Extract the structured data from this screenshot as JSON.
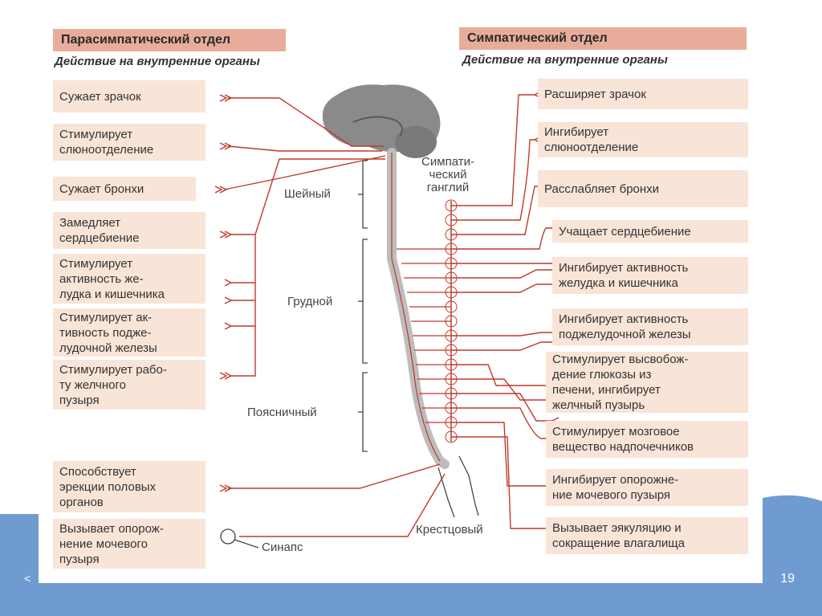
{
  "parasympathetic": {
    "title": "Парасимпатический отдел",
    "subtitle": "Действие на внутренние органы",
    "items": [
      "Сужает зрачок",
      "Стимулирует\nслюноотделение",
      "Сужает бронхи",
      "Замедляет\nсердцебиение",
      "Стимулирует\nактивность же-\nлудка и кишечника",
      "Стимулирует ак-\nтивность подже-\nлудочной железы",
      "Стимулирует рабо-\nту желчного\nпузыря",
      "Способствует\nэрекции половых\nорганов",
      "Вызывает опорож-\nнение мочевого\nпузыря"
    ]
  },
  "sympathetic": {
    "title": "Симпатический отдел",
    "subtitle": "Действие на внутренние органы",
    "items": [
      "Расширяет зрачок",
      "Ингибирует\nслюноотделение",
      "Расслабляет бронхи",
      "Учащает сердцебиение",
      "Ингибирует активность\nжелудка и кишечника",
      "Ингибирует активность\nподжелудочной железы",
      "Стимулирует высвобож-\nдение глюкозы из\nпечени, ингибирует\nжелчный пузырь",
      "Стимулирует мозговое\nвещество надпочечников",
      "Ингибирует опорожне-\nние мочевого пузыря",
      "Вызывает эякуляцию и\nсокращение влагалища"
    ]
  },
  "labels": {
    "ganglion": "Симпати-\nческий\nганглий",
    "cervical": "Шейный",
    "thoracic": "Грудной",
    "lumbar": "Поясничный",
    "sacral": "Крестцовый",
    "synapse": "Синапс"
  },
  "footer": {
    "page_number": "19",
    "left_text": "<"
  },
  "colors": {
    "nerve": "#c0392b",
    "box": "#f9e4d8",
    "header": "#e8ad9a",
    "brain": "#8a8a8a",
    "footer": "#6f9bd0"
  }
}
